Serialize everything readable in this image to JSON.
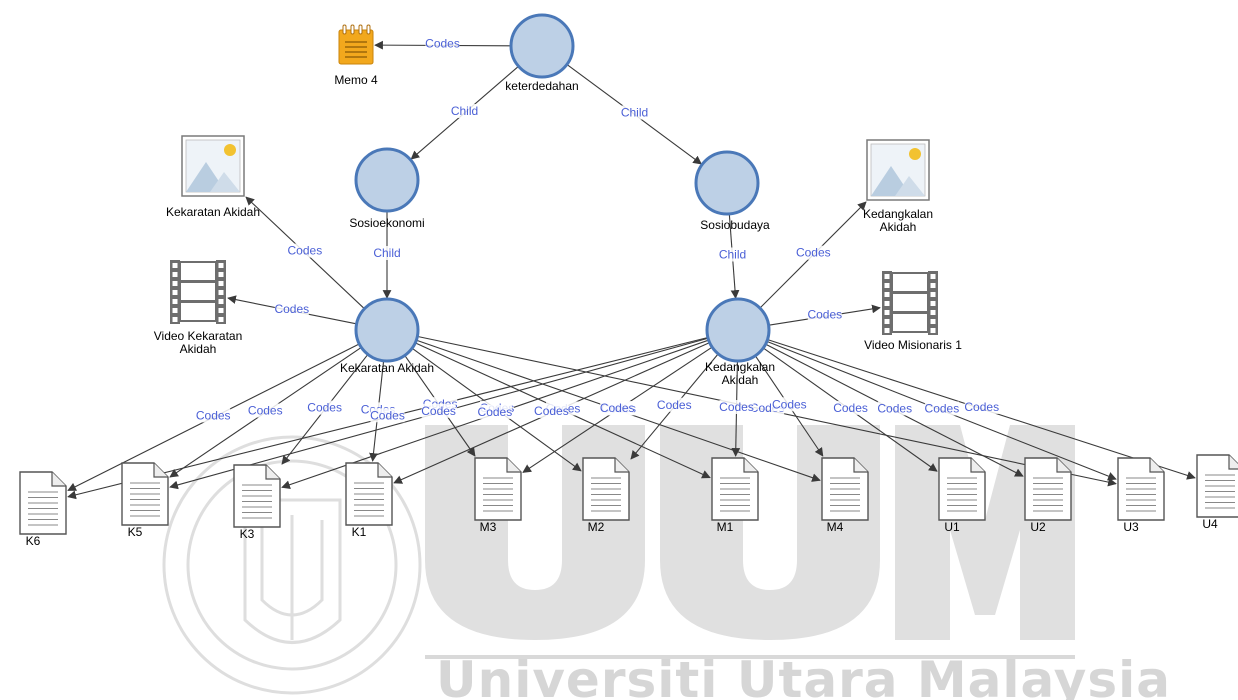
{
  "diagram": {
    "nodes": {
      "keterdedahan": {
        "label": "keterdedahan",
        "icon": "code-node-icon"
      },
      "sosioekonomi": {
        "label": "Sosioekonomi",
        "icon": "code-node-icon"
      },
      "sosiobudaya": {
        "label": "Sosiobudaya",
        "icon": "code-node-icon"
      },
      "kekaratan": {
        "label": "Kekaratan Akidah",
        "icon": "code-node-icon"
      },
      "kedangkalan": {
        "label": "Kedangkalan Akidah",
        "icon": "code-node-icon"
      },
      "memo4": {
        "label": "Memo 4",
        "icon": "memo-icon"
      },
      "img_kekaratan": {
        "label": "Kekaratan Akidah",
        "icon": "picture-icon"
      },
      "vid_kekaratan": {
        "label": "Video Kekaratan Akidah",
        "icon": "film-icon"
      },
      "img_kedangkalan": {
        "label": "Kedangkalan Akidah",
        "icon": "picture-icon"
      },
      "vid_misionaris": {
        "label": "Video Misionaris 1",
        "icon": "film-icon"
      },
      "K6": {
        "label": "K6",
        "icon": "document-icon"
      },
      "K5": {
        "label": "K5",
        "icon": "document-icon"
      },
      "K3": {
        "label": "K3",
        "icon": "document-icon"
      },
      "K1": {
        "label": "K1",
        "icon": "document-icon"
      },
      "M3": {
        "label": "M3",
        "icon": "document-icon"
      },
      "M2": {
        "label": "M2",
        "icon": "document-icon"
      },
      "M1": {
        "label": "M1",
        "icon": "document-icon"
      },
      "M4": {
        "label": "M4",
        "icon": "document-icon"
      },
      "U1": {
        "label": "U1",
        "icon": "document-icon"
      },
      "U2": {
        "label": "U2",
        "icon": "document-icon"
      },
      "U3": {
        "label": "U3",
        "icon": "document-icon"
      },
      "U4": {
        "label": "U4",
        "icon": "document-icon"
      }
    },
    "edges": [
      {
        "from": "keterdedahan",
        "to": "memo4",
        "label": "Codes"
      },
      {
        "from": "keterdedahan",
        "to": "sosioekonomi",
        "label": "Child"
      },
      {
        "from": "keterdedahan",
        "to": "sosiobudaya",
        "label": "Child"
      },
      {
        "from": "sosioekonomi",
        "to": "kekaratan",
        "label": "Child"
      },
      {
        "from": "sosiobudaya",
        "to": "kedangkalan",
        "label": "Child"
      },
      {
        "from": "kekaratan",
        "to": "img_kekaratan",
        "label": "Codes"
      },
      {
        "from": "kekaratan",
        "to": "vid_kekaratan",
        "label": "Codes"
      },
      {
        "from": "kedangkalan",
        "to": "img_kedangkalan",
        "label": "Codes"
      },
      {
        "from": "kedangkalan",
        "to": "vid_misionaris",
        "label": "Codes"
      },
      {
        "from": "kekaratan",
        "to": "K6",
        "label": "Codes"
      },
      {
        "from": "kekaratan",
        "to": "K5",
        "label": "Codes"
      },
      {
        "from": "kekaratan",
        "to": "K3",
        "label": "Codes"
      },
      {
        "from": "kekaratan",
        "to": "K1",
        "label": "Codes"
      },
      {
        "from": "kekaratan",
        "to": "M3",
        "label": "Codes"
      },
      {
        "from": "kekaratan",
        "to": "M2",
        "label": "Codes"
      },
      {
        "from": "kekaratan",
        "to": "M1",
        "label": "Codes"
      },
      {
        "from": "kekaratan",
        "to": "M4",
        "label": "Codes"
      },
      {
        "from": "kekaratan",
        "to": "U3",
        "label": "Codes"
      },
      {
        "from": "kedangkalan",
        "to": "K6",
        "label": "Codes"
      },
      {
        "from": "kedangkalan",
        "to": "K5",
        "label": "Codes"
      },
      {
        "from": "kedangkalan",
        "to": "K3",
        "label": "Codes"
      },
      {
        "from": "kedangkalan",
        "to": "K1",
        "label": "Codes"
      },
      {
        "from": "kedangkalan",
        "to": "M3",
        "label": "Codes"
      },
      {
        "from": "kedangkalan",
        "to": "M2",
        "label": "Codes"
      },
      {
        "from": "kedangkalan",
        "to": "M1",
        "label": "Codes"
      },
      {
        "from": "kedangkalan",
        "to": "M4",
        "label": "Codes"
      },
      {
        "from": "kedangkalan",
        "to": "U1",
        "label": "Codes"
      },
      {
        "from": "kedangkalan",
        "to": "U2",
        "label": "Codes"
      },
      {
        "from": "kedangkalan",
        "to": "U3",
        "label": "Codes"
      },
      {
        "from": "kedangkalan",
        "to": "U4",
        "label": "Codes"
      }
    ]
  },
  "watermark": {
    "text": "Universiti Utara Malaysia",
    "logo": "UUM"
  },
  "colors": {
    "node_fill": "#bdd0e6",
    "node_stroke": "#4a78b8",
    "edge_label": "#4a5fd6",
    "edge_line": "#3a3a3a",
    "memo_fill": "#f2a81d",
    "watermark": "#d6d6d6"
  }
}
